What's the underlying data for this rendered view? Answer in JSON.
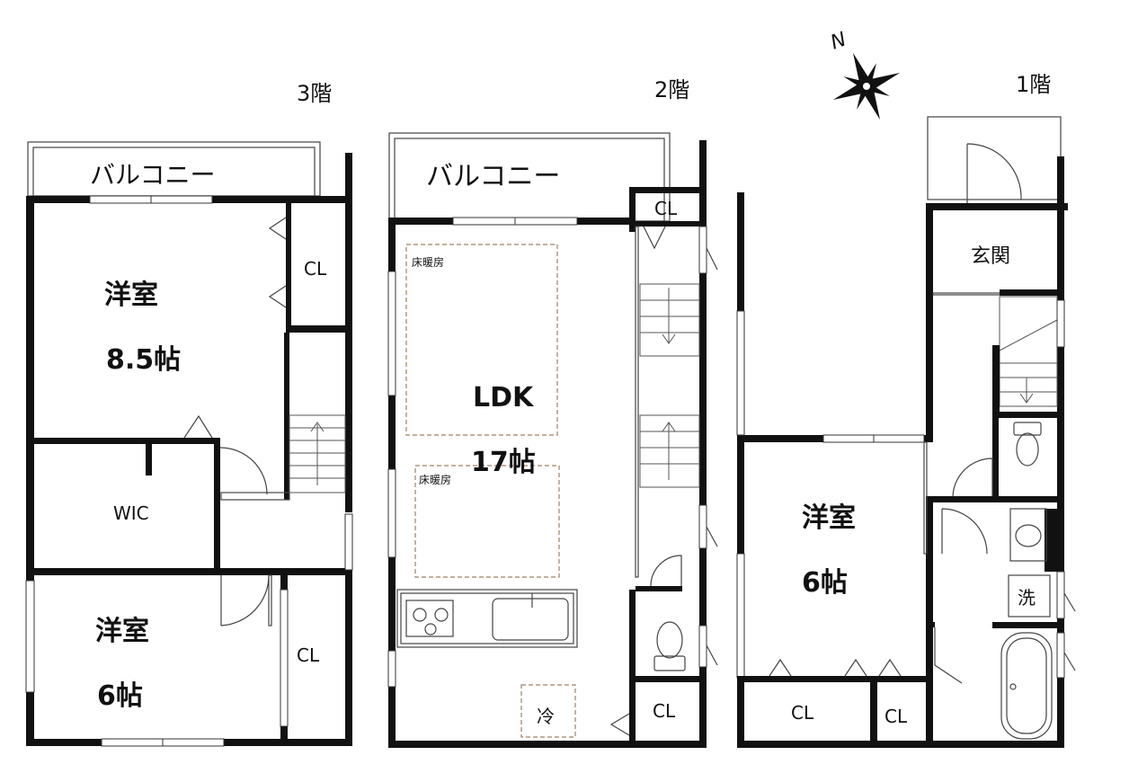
{
  "floors": {
    "third": {
      "title": "3階",
      "balcony": "バルコニー",
      "room1_name": "洋室",
      "room1_size": "8.5帖",
      "cl_top": "CL",
      "wic": "WIC",
      "room2_name": "洋室",
      "room2_size": "6帖",
      "cl_bottom": "CL"
    },
    "second": {
      "title": "2階",
      "balcony": "バルコニー",
      "cl_top": "CL",
      "ldk_name": "LDK",
      "ldk_size": "17帖",
      "floor_heat_1": "床暖房",
      "floor_heat_2": "床暖房",
      "fridge": "冷",
      "cl_bottom": "CL"
    },
    "first": {
      "title": "1階",
      "entrance": "玄関",
      "room_name": "洋室",
      "room_size": "6帖",
      "wash": "洗",
      "cl_left": "CL",
      "cl_right": "CL"
    }
  },
  "compass": {
    "label": "N"
  }
}
